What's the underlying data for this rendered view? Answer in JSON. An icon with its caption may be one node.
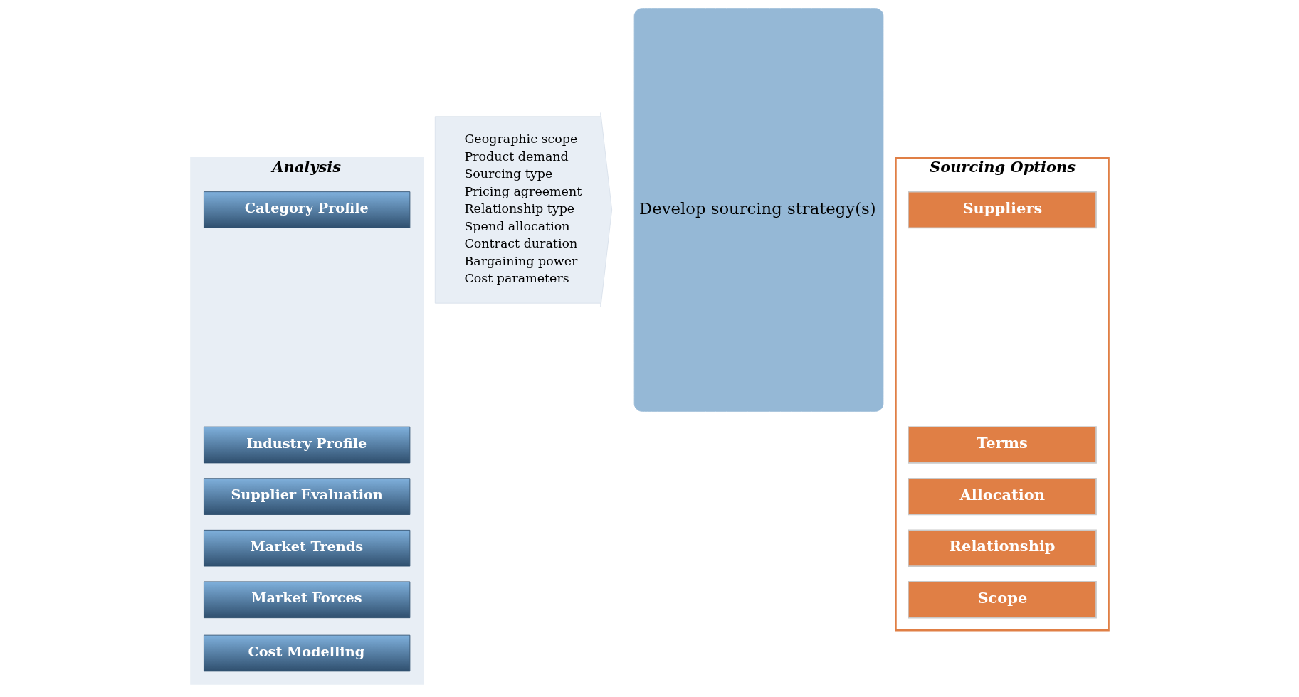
{
  "diagram": {
    "nodes": [
      {
        "text": [
          "Analysis"
        ]
      },
      {
        "text": [
          "Category Profile"
        ],
        "in": 0
      },
      {
        "text": [
          "Industry Profile"
        ],
        "in": 0
      },
      {
        "text": [
          "Supplier Evaluation"
        ],
        "in": 0
      },
      {
        "text": [
          "Market Trends"
        ],
        "in": 0
      },
      {
        "text": [
          "Market Forces"
        ],
        "in": 0
      },
      {
        "text": [
          "Cost Modelling"
        ],
        "in": 0
      },
      {
        "text": [
          "Geographic scope",
          "Product demand",
          "Sourcing type",
          "Pricing agreement",
          "Relationship type",
          "Spend allocation",
          "Contract duration",
          "Bargaining power",
          "Cost parameters"
        ]
      },
      {
        "text": [
          "Develop sourcing strategy(s)"
        ]
      },
      {
        "text": [
          "Sourcing Options"
        ]
      },
      {
        "text": [
          "Suppliers"
        ],
        "in": 9
      },
      {
        "text": [
          "Terms"
        ],
        "in": 9
      },
      {
        "text": [
          "Allocation"
        ],
        "in": 9
      },
      {
        "text": [
          "Relationship"
        ],
        "in": 9
      },
      {
        "text": [
          "Scope"
        ],
        "in": 9
      }
    ]
  }
}
